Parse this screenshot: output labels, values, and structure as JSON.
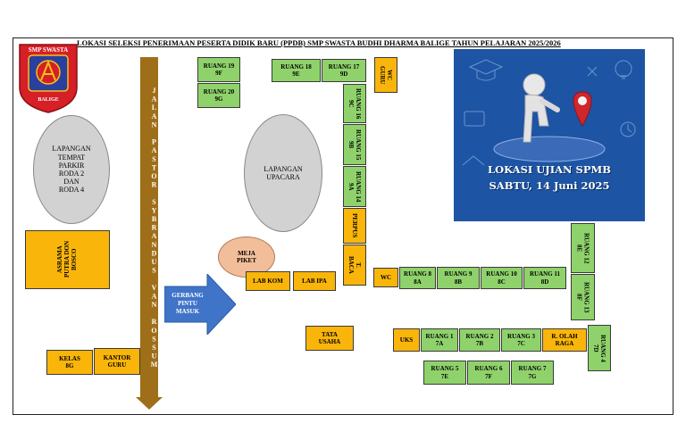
{
  "title": "LOKASI SELEKSI PENERIMAAN PESERTA DIDIK BARU (PPDB) SMP SWASTA BUDHI DHARMA BALIGE TAHUN PELAJARAN 2025/2026",
  "logo": {
    "top": "SMP SWASTA",
    "bottom": "BALIGE",
    "colors": {
      "shield": "#d61f26",
      "inner": "#2a3f9e",
      "gold": "#f2c318"
    }
  },
  "road_label": "JALAN PASTOR SYBRANDUS VAN ROSSUM",
  "lapangan_parkir": [
    "LAPANGAN",
    "TEMPAT",
    "PARKIR",
    "RODA 2",
    "DAN",
    "RODA 4"
  ],
  "lapangan_upacara": [
    "LAPANGAN",
    "UPACARA"
  ],
  "meja_piket": [
    "MEJA",
    "PIKET"
  ],
  "gerbang": [
    "GERBANG",
    "PINTU",
    "MASUK"
  ],
  "asrama": [
    "ASRAMA",
    "PUTRA DON",
    "BOSCO"
  ],
  "rooms": {
    "r19": [
      "RUANG 19",
      "9F"
    ],
    "r20": [
      "RUANG 20",
      "9G"
    ],
    "r18": [
      "RUANG 18",
      "9E"
    ],
    "r17": [
      "RUANG 17",
      "9D"
    ],
    "wc_guru": [
      "WC",
      "GURU"
    ],
    "r16": [
      "RUANG 16",
      "9C"
    ],
    "r15": [
      "RUANG 15",
      "9B"
    ],
    "r14": [
      "RUANG 14",
      "9A"
    ],
    "perpus": "PERPUS",
    "t_baca": [
      "T.",
      "BACA"
    ],
    "lab_kom": "LAB KOM",
    "lab_ipa": "LAB IPA",
    "wc": "WC",
    "r8": [
      "RUANG 8",
      "8A"
    ],
    "r9": [
      "RUANG 9",
      "8B"
    ],
    "r10": [
      "RUANG 10",
      "8C"
    ],
    "r11": [
      "RUANG 11",
      "8D"
    ],
    "r12": [
      "RUANG 12",
      "8E"
    ],
    "r13": [
      "RUANG 13",
      "8F"
    ],
    "tata_usaha": [
      "TATA",
      "USAHA"
    ],
    "uks": "UKS",
    "r1": [
      "RUANG 1",
      "7A"
    ],
    "r2": [
      "RUANG 2",
      "7B"
    ],
    "r3": [
      "RUANG 3",
      "7C"
    ],
    "olah_raga": [
      "R. OLAH",
      "RAGA"
    ],
    "r4": [
      "RUANG 4",
      "7D"
    ],
    "r5": [
      "RUANG 5",
      "7E"
    ],
    "r6": [
      "RUANG 6",
      "7F"
    ],
    "r7": [
      "RUANG 7",
      "7G"
    ],
    "kelas": [
      "KELAS",
      "8G"
    ],
    "kantor": [
      "KANTOR",
      "GURU"
    ]
  },
  "poster": {
    "line1": "LOKASI UJIAN SPMB",
    "line2": "SABTU, 14 Juni 2025"
  },
  "colors": {
    "green": "#8fd26b",
    "orange": "#f9b50a",
    "road": "#9e6f18",
    "arrow": "#3f74c8",
    "poster_bg": "#1e54a4"
  }
}
